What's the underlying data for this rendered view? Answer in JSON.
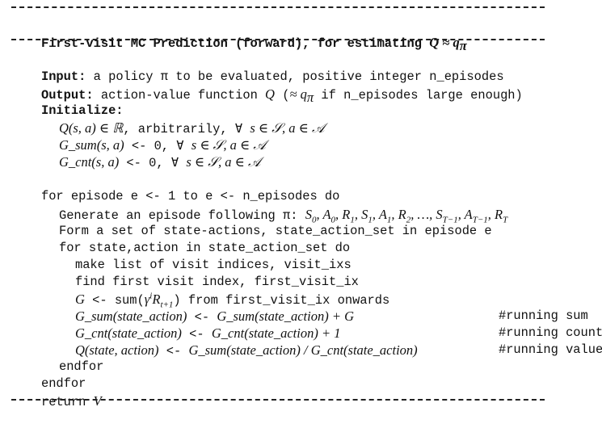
{
  "title": {
    "prefix": "First-visit MC Prediction (forward), for estimating ",
    "math": "Q ≈ q",
    "math_sub": "π"
  },
  "header": {
    "input_label": "Input:",
    "input_text": " a policy π to be evaluated, positive integer n_episodes",
    "output_label": "Output:",
    "output_text_pre": " action-value function ",
    "output_math_a": "Q",
    "output_text_mid": " (",
    "output_math_b": "≈ q",
    "output_math_b_sub": "π",
    "output_text_post": " if n_episodes large enough)",
    "init_label": "Initialize:"
  },
  "init": {
    "line1_math": "Q(s, a) ∈ ℝ",
    "line1_text": ", arbitrarily, ∀ ",
    "line1_math2": "s ∈ 𝒮, a ∈ 𝒜",
    "line2_math": "G_sum(s, a)",
    "line2_text": " <- 0, ∀ ",
    "line2_math2": "s ∈ 𝒮, a ∈ 𝒜",
    "line3_math": "G_cnt(s, a)",
    "line3_text": " <- 0, ∀ ",
    "line3_math2": "s ∈ 𝒮, a ∈ 𝒜"
  },
  "loop": {
    "for_episode": "for episode e <- 1 to e <- n_episodes do",
    "generate_text": "Generate an episode following π: ",
    "form_set": "Form a set of state-actions, state_action_set in episode e",
    "for_state": "for state,action in state_action_set do",
    "make_list": "make list of visit indices, visit_ixs",
    "find_first": "find first visit index, first_visit_ix",
    "g_line_math": "G",
    "g_line_text1": " <- sum(",
    "g_line_text2": ") from first_visit_ix onwards",
    "gsum_lhs": "G_sum(state_action)",
    "assign": " <- ",
    "gsum_rhs": "G_sum(state_action) + G",
    "gsum_comment": "#running sum",
    "gcnt_lhs": "G_cnt(state_action)",
    "gcnt_rhs": "G_cnt(state_action) + 1",
    "gcnt_comment": "#running count",
    "q_lhs": "Q(state, action)",
    "q_rhs": "G_sum(state_action) / G_cnt(state_action)",
    "q_comment": "#running value",
    "endfor_inner": "endfor",
    "endfor_outer": "endfor",
    "return_kw": "return ",
    "return_val": "V"
  }
}
